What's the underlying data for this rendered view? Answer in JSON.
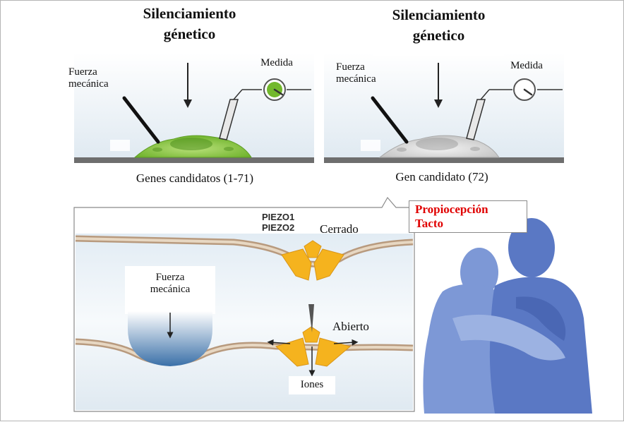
{
  "panel_left": {
    "title": "Silenciamiento\ngénetico",
    "force_label": "Fuerza\nmecánica",
    "measure_label": "Medida",
    "caption": "Genes candidatos (1-71)",
    "cell_color": "#84c23c"
  },
  "panel_right": {
    "title": "Silenciamiento\ngénetico",
    "force_label": "Fuerza\nmecánica",
    "measure_label": "Medida",
    "caption": "Gen candidato (72)",
    "cell_color": "#d4d4d4"
  },
  "detail": {
    "channel_names": "PIEZO1\nPIEZO2",
    "closed_label": "Cerrado",
    "open_label": "Abierto",
    "force_label": "Fuerza\nmecánica",
    "ions_label": "Iones",
    "channel_color": "#f5b31e"
  },
  "callout": {
    "text": "Propiocepción\nTacto",
    "color": "#e00000"
  },
  "illustration": {
    "icon": "hugging-people-silhouette",
    "color": "#6b86c9"
  }
}
